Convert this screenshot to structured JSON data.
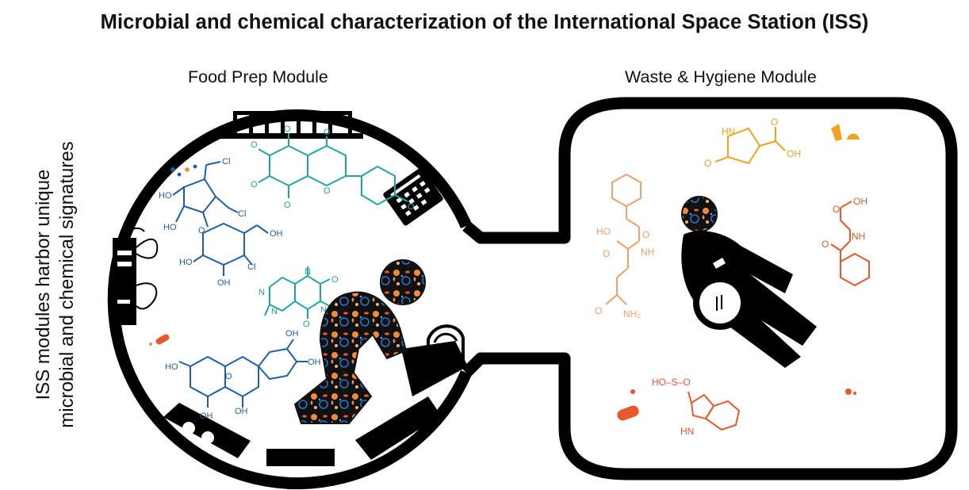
{
  "title": "Microbial and chemical characterization of the International Space Station (ISS)",
  "modules": {
    "food": {
      "label": "Food Prep Module"
    },
    "waste": {
      "label": "Waste & Hygiene Module"
    }
  },
  "side_label": {
    "line1": "ISS modules harbor unique",
    "line2": "microbial and chemical signatures"
  },
  "molecule_labels": {
    "oh": "OH",
    "ho": "HO",
    "cl": "Cl",
    "o": "O",
    "n": "N",
    "nh": "NH",
    "nh2": "NH₂",
    "hn": "HN",
    "sulfate": "HO–S–O",
    "s": "S"
  },
  "colors": {
    "station": "#000000",
    "cyan": "#1fa5a5",
    "blue": "#1f5fa8",
    "orange": "#f08a3c",
    "red_orange": "#e8582a",
    "amber": "#f2a21f"
  },
  "icons": [
    "astronaut-icon",
    "astronaut-with-camera-icon",
    "microbe-icon",
    "fume-hood-icon",
    "keypad-icon",
    "galley-rack-icon"
  ]
}
